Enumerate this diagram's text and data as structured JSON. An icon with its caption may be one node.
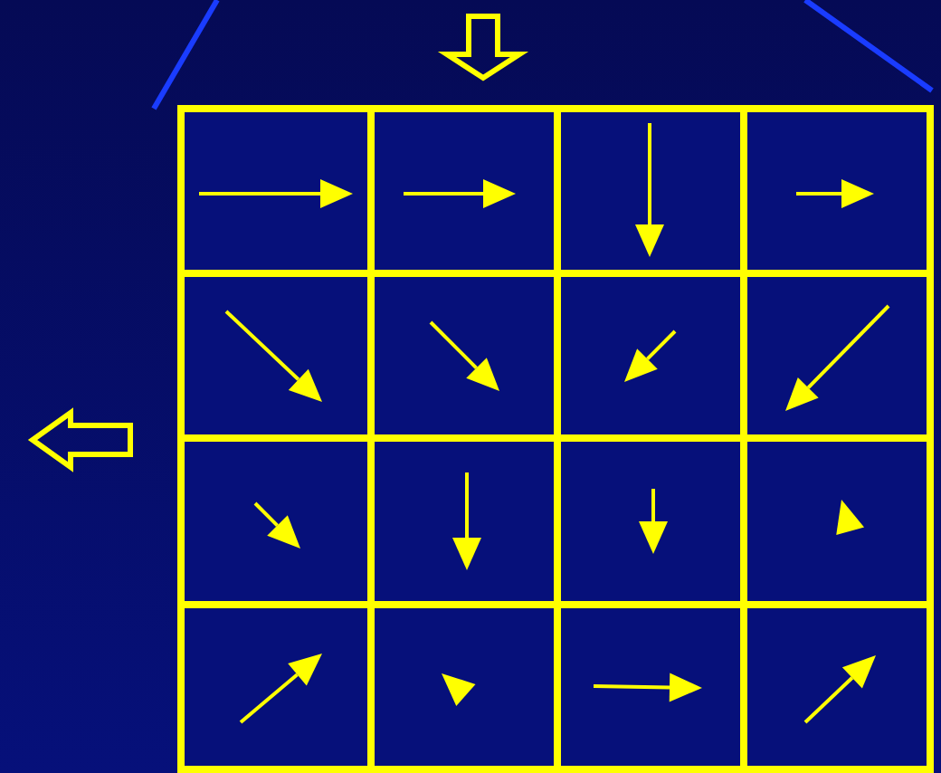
{
  "diagram": {
    "nodes": [
      {
        "text": [],
        "shape": "box"
      },
      {
        "text": [],
        "shape": "box"
      },
      {
        "text": [],
        "shape": "box"
      },
      {
        "text": [],
        "shape": "box"
      },
      {
        "text": [],
        "shape": "box"
      },
      {
        "text": [],
        "shape": "box"
      },
      {
        "text": [],
        "shape": "box"
      },
      {
        "text": [],
        "shape": "box"
      },
      {
        "text": [],
        "shape": "box"
      },
      {
        "text": [],
        "shape": "box"
      },
      {
        "text": [],
        "shape": "box"
      },
      {
        "text": [],
        "shape": "box"
      },
      {
        "text": [],
        "shape": "box"
      },
      {
        "text": [],
        "shape": "box"
      },
      {
        "text": [],
        "shape": "box"
      },
      {
        "text": [],
        "shape": "box"
      }
    ]
  }
}
